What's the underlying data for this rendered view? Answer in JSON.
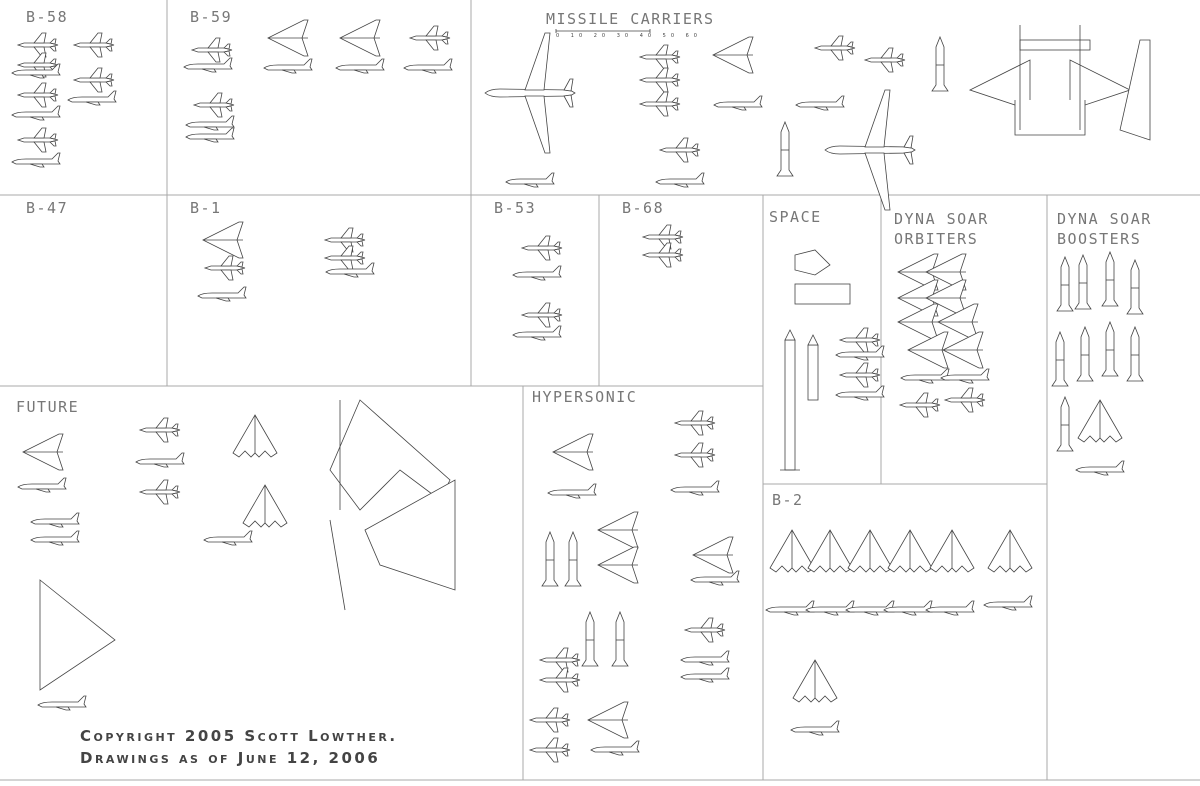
{
  "sections": {
    "b58": "B-58",
    "b59": "B-59",
    "missile_carriers": "MISSILE CARRIERS",
    "b47": "B-47",
    "b1": "B-1",
    "b53": "B-53",
    "b68": "B-68",
    "space": "SPACE",
    "dyna_soar_orbiters": [
      "DYNA SOAR",
      "ORBITERS"
    ],
    "dyna_soar_boosters": [
      "DYNA SOAR",
      "BOOSTERS"
    ],
    "future": "FUTURE",
    "hypersonic": "HYPERSONIC",
    "b2": "B-2"
  },
  "scale_bar": [
    "0",
    "10",
    "20",
    "30",
    "40",
    "50",
    "60"
  ],
  "copyright": [
    "Copyright 2005 Scott Lowther.",
    "Drawings as of June 12, 2006"
  ],
  "colors": {
    "line": "#9a9a9a",
    "ink": "#444444",
    "label": "#777777"
  }
}
